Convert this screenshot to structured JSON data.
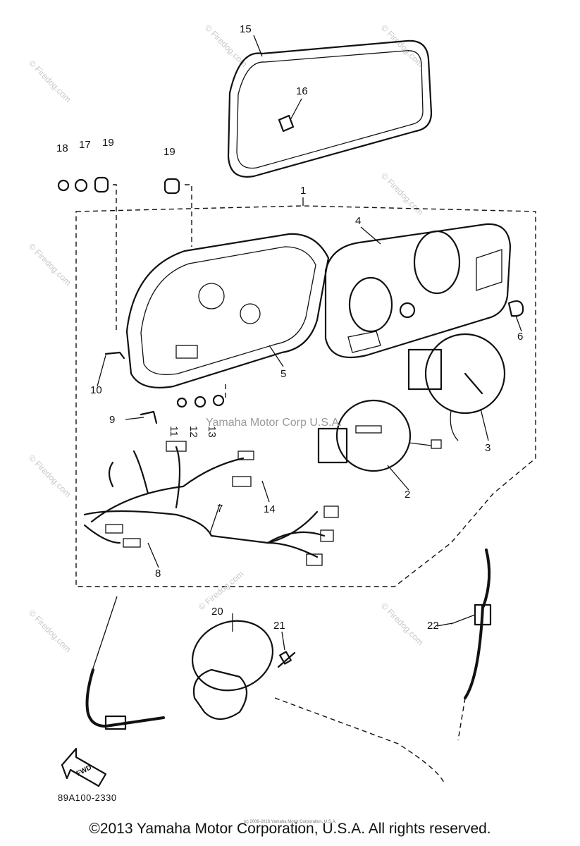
{
  "diagram": {
    "callouts": [
      "1",
      "2",
      "3",
      "4",
      "5",
      "6",
      "7",
      "8",
      "9",
      "10",
      "11",
      "12",
      "13",
      "14",
      "15",
      "16",
      "17",
      "18",
      "19",
      "19",
      "20",
      "21",
      "22"
    ],
    "fwd_label": "FWD",
    "part_number": "89A100-2330",
    "watermark_mid": "Yamaha Motor Corp U.S.A.",
    "watermark_site": "© Firedog.com",
    "fine_print": "(c) 2008-2016 Yamaha Motor Corporation, U.S.A.",
    "copyright": "©2013 Yamaha Motor Corporation, U.S.A. All rights reserved."
  }
}
